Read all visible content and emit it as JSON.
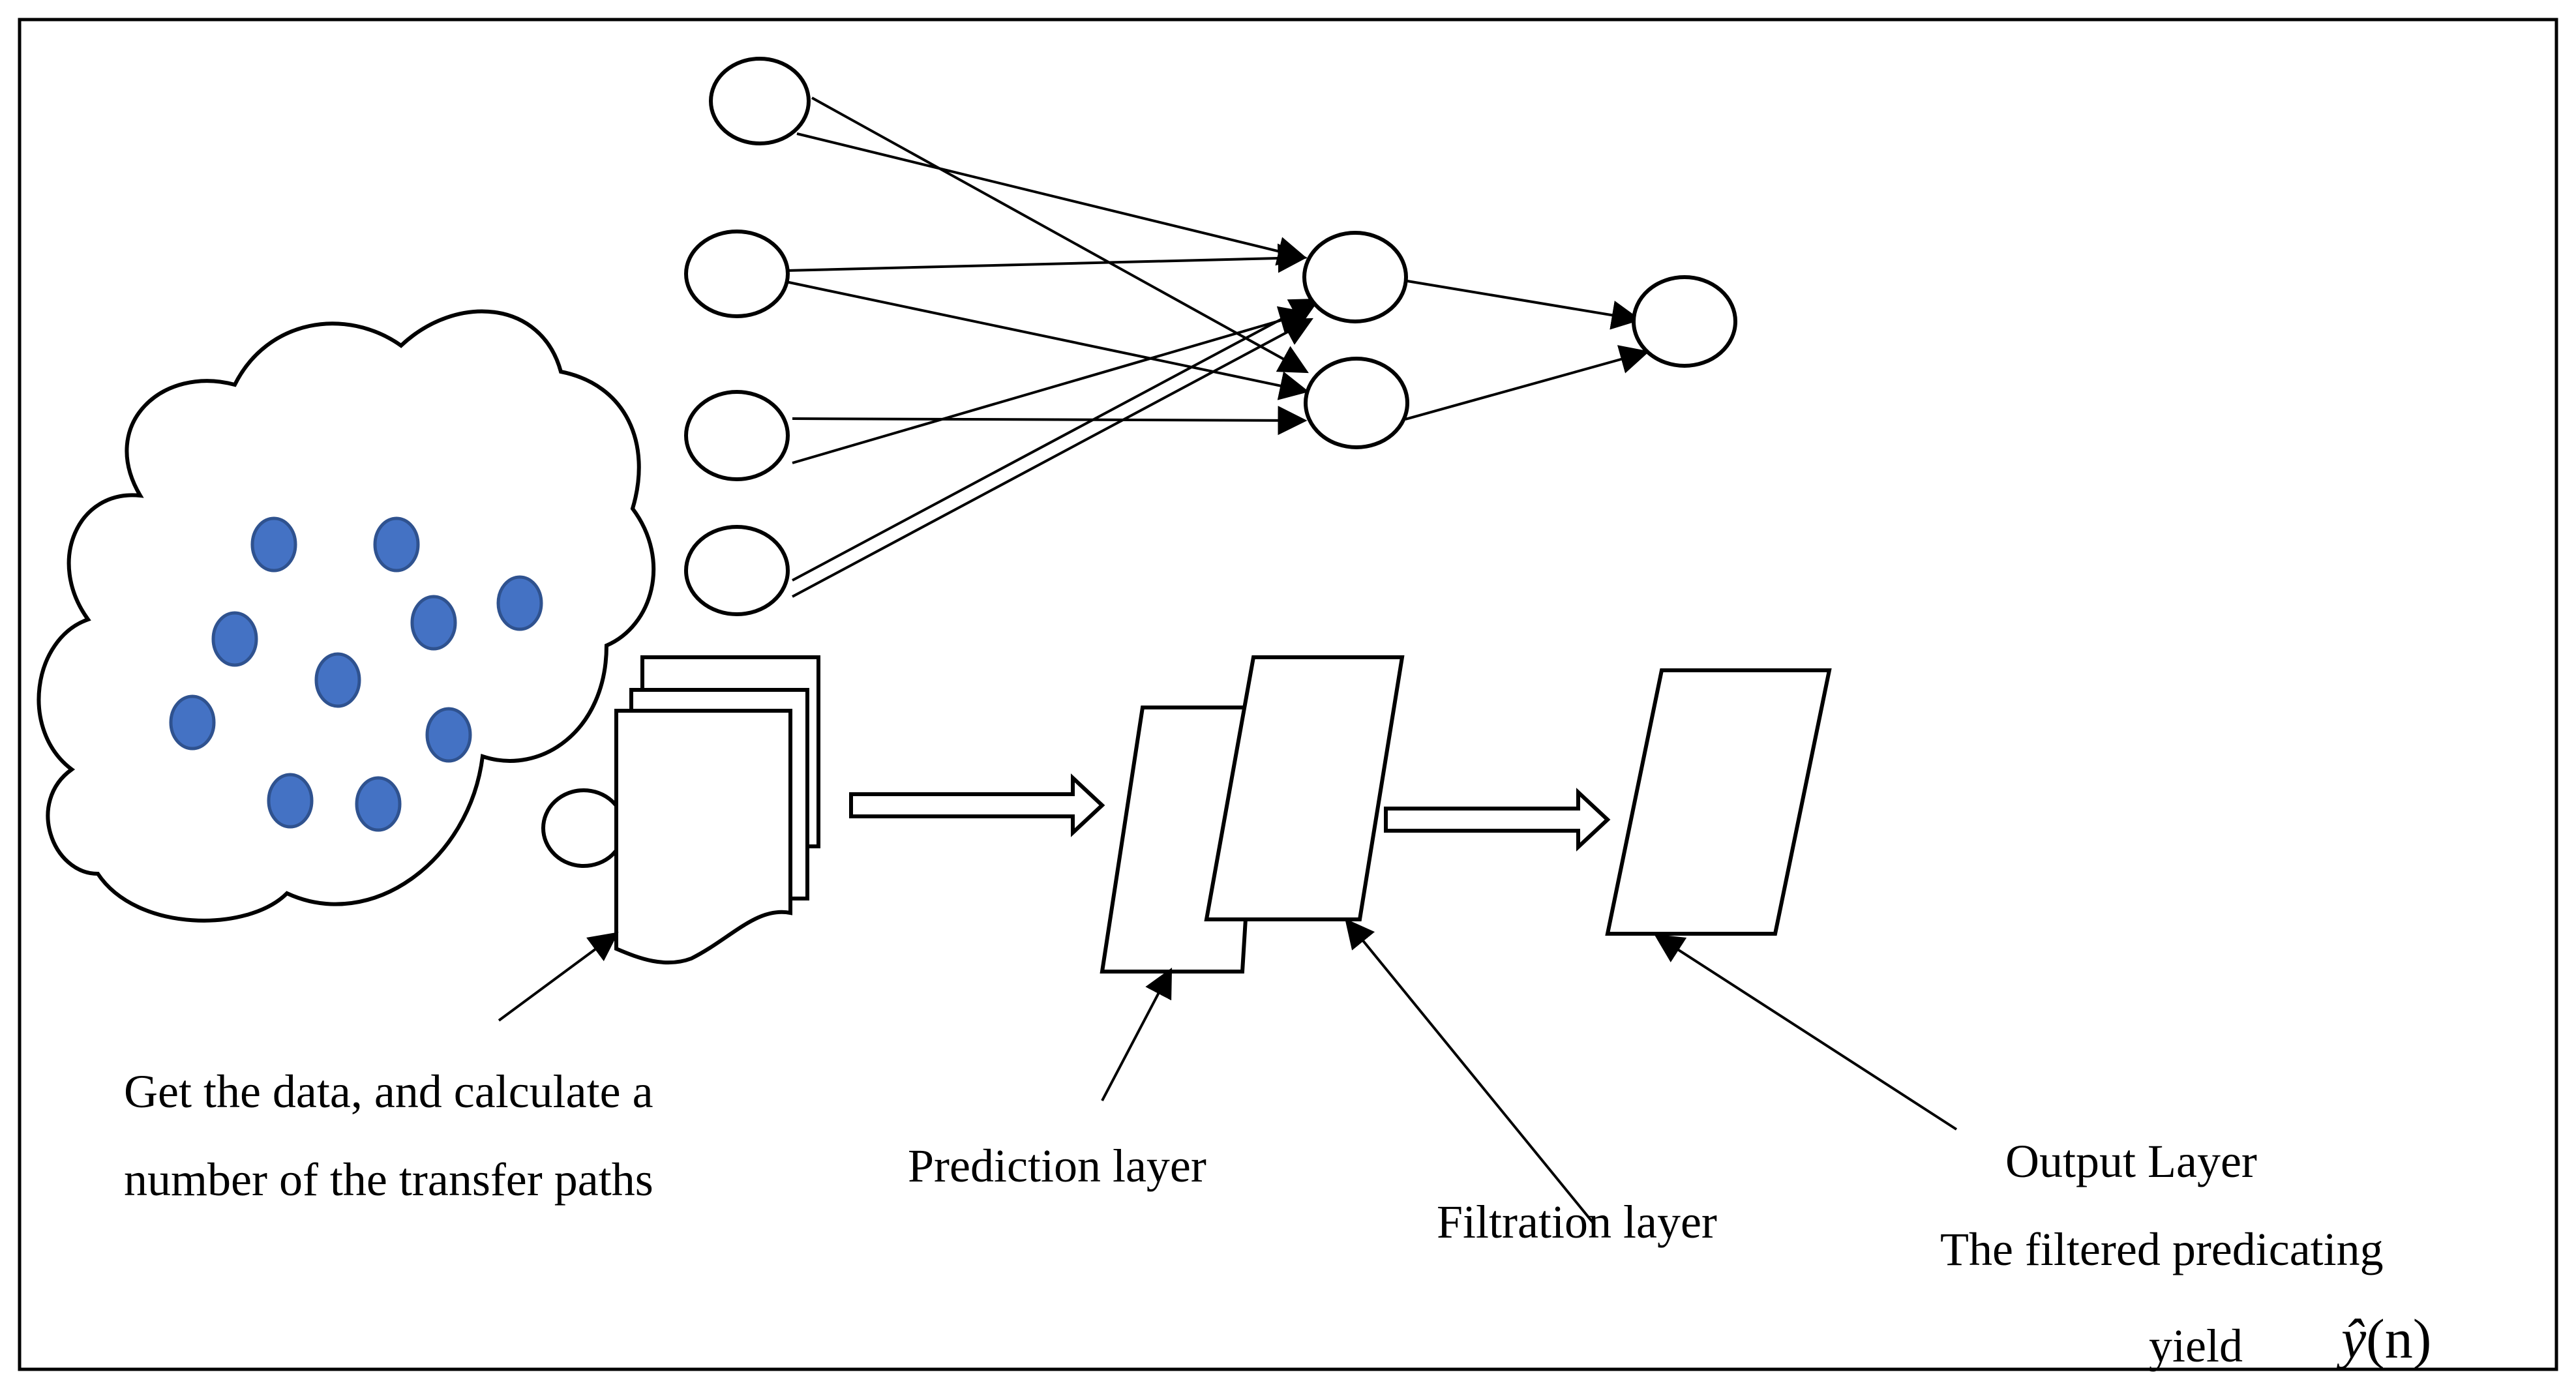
{
  "labels": {
    "data_caption_line1": "Get the data, and calculate a",
    "data_caption_line2": "number of the transfer paths",
    "prediction": "Prediction layer",
    "filtration": "Filtration layer",
    "output_title": "Output Layer",
    "output_desc": "The filtered predicating",
    "output_yield": "yield",
    "output_symbol": "ŷ",
    "output_arg": "(n)"
  },
  "colors": {
    "stroke": "#000000",
    "background": "#ffffff",
    "dot_fill": "#4472c4",
    "dot_stroke": "#2f528f"
  },
  "network": {
    "input_nodes": 4,
    "hidden_nodes": 2,
    "output_nodes": 1
  }
}
